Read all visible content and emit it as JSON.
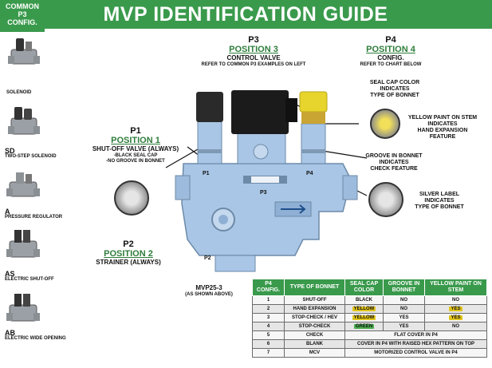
{
  "header": {
    "title": "MVP IDENTIFICATION GUIDE",
    "side_title_line1": "COMMON",
    "side_title_line2": "P3",
    "side_title_line3": "CONFIG."
  },
  "sidebar": {
    "items": [
      {
        "code": "",
        "label": "SOLENOID"
      },
      {
        "code": "SD",
        "label": "TWO-STEP SOLENOID"
      },
      {
        "code": "A",
        "label": "PRESSURE REGULATOR"
      },
      {
        "code": "AS",
        "label": "ELECTRIC SHUT-OFF"
      },
      {
        "code": "AB",
        "label": "ELECTRIC WIDE",
        "label2": "OPENING"
      }
    ]
  },
  "positions": {
    "p1": {
      "num": "P1",
      "name": "POSITION 1",
      "sub": "SHUT-OFF VALVE (ALWAYS)",
      "note1": "-BLACK SEAL CAP",
      "note2": "-NO GROOVE IN BONNET"
    },
    "p2": {
      "num": "P2",
      "name": "POSITION 2",
      "sub": "STRAINER (ALWAYS)"
    },
    "p3": {
      "num": "P3",
      "name": "POSITION 3",
      "sub": "CONTROL VALVE",
      "note": "REFER TO COMMON P3 EXAMPLES ON LEFT"
    },
    "p4": {
      "num": "P4",
      "name": "POSITION 4",
      "sub": "CONFIG.",
      "note": "REFER TO CHART BELOW"
    }
  },
  "callouts": {
    "seal_cap": [
      "SEAL CAP COLOR",
      "INDICATES",
      "TYPE OF BONNET"
    ],
    "yellow_paint": [
      "YELLOW PAINT ON STEM",
      "INDICATES",
      "HAND EXPANSION",
      "FEATURE"
    ],
    "groove": [
      "GROOVE IN BONNET",
      "INDICATES",
      "CHECK FEATURE"
    ],
    "silver_label": [
      "SILVER LABEL",
      "INDICATES",
      "TYPE OF BONNET"
    ]
  },
  "body_labels": {
    "p1": "P1",
    "p2": "P2",
    "p3": "P3",
    "p4": "P4"
  },
  "caption": {
    "model": "MVP25-3",
    "note": "(AS SHOWN ABOVE)"
  },
  "table": {
    "headers": [
      "P4 CONFIG.",
      "TYPE OF BONNET",
      "SEAL CAP COLOR",
      "GROOVE IN BONNET",
      "YELLOW PAINT ON STEM"
    ],
    "rows": [
      {
        "config": "1",
        "type": "SHUT-OFF",
        "seal": "BLACK",
        "seal_hl": "",
        "groove": "NO",
        "paint": "NO",
        "paint_hl": ""
      },
      {
        "config": "2",
        "type": "HAND EXPANSION",
        "seal": "YELLOW",
        "seal_hl": "yellow",
        "groove": "NO",
        "paint": "YES",
        "paint_hl": "yellow"
      },
      {
        "config": "3",
        "type": "STOP-CHECK / HEV",
        "seal": "YELLOW",
        "seal_hl": "yellow",
        "groove": "YES",
        "paint": "YES",
        "paint_hl": "yellow"
      },
      {
        "config": "4",
        "type": "STOP-CHECK",
        "seal": "GREEN",
        "seal_hl": "green",
        "groove": "YES",
        "paint": "NO",
        "paint_hl": ""
      },
      {
        "config": "5",
        "type": "CHECK",
        "span": "FLAT COVER IN P4"
      },
      {
        "config": "6",
        "type": "BLANK",
        "span": "COVER IN P4 WITH RAISED HEX PATTERN ON TOP"
      },
      {
        "config": "7",
        "type": "MCV",
        "span": "MOTORIZED CONTROL VALVE IN P4"
      }
    ]
  },
  "colors": {
    "brand_green": "#3a9a4c",
    "yellow": "#e0c41c",
    "valve_blue": "#a9c6e6"
  }
}
